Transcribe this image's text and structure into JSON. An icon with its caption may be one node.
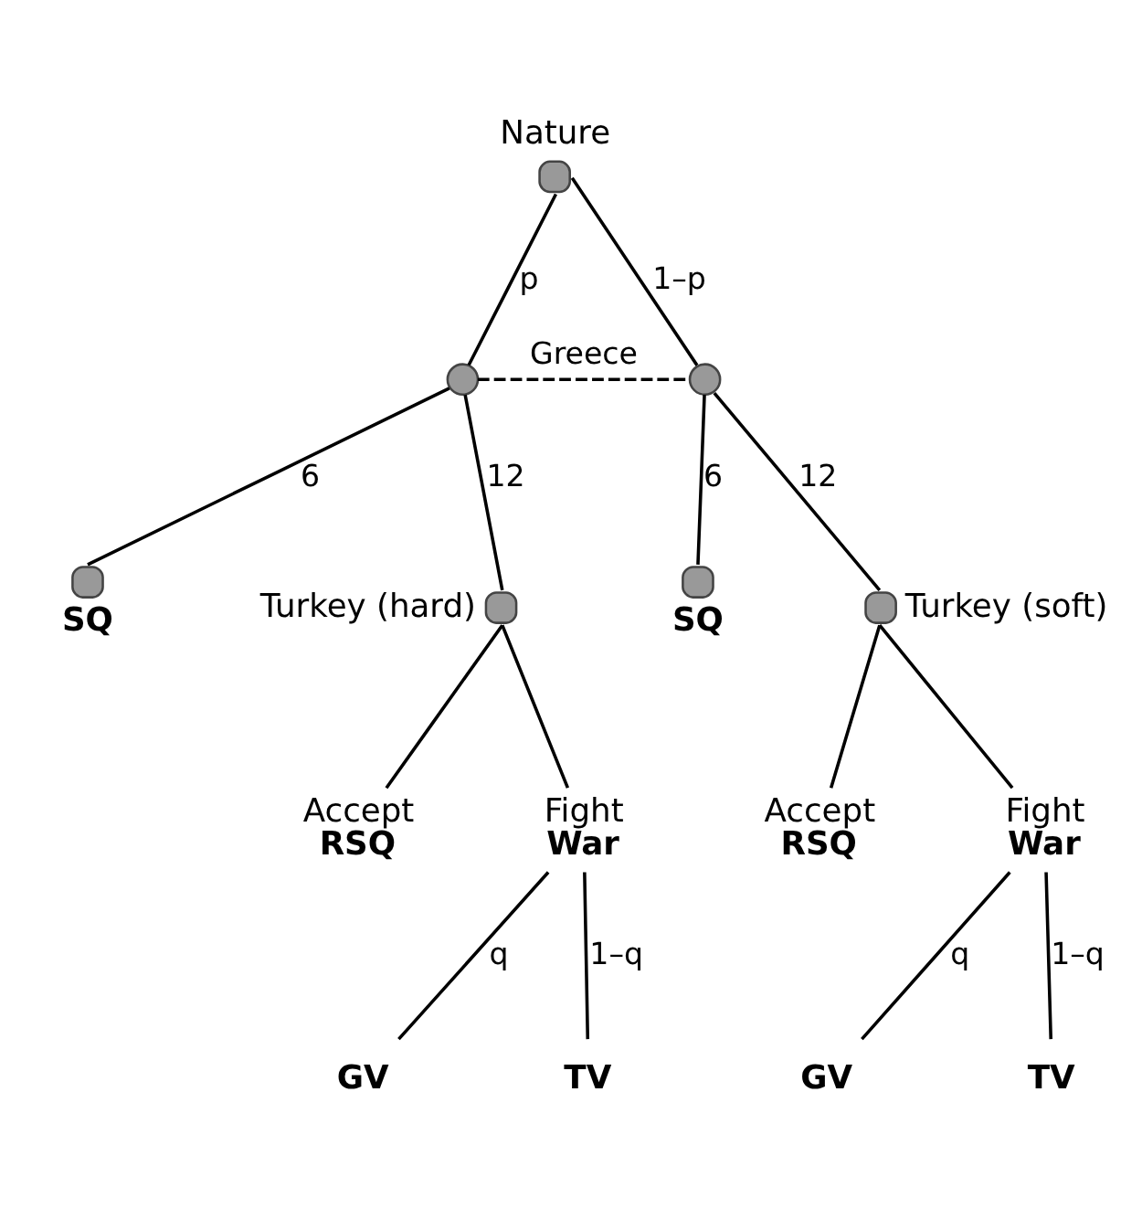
{
  "diagram": {
    "nodes": [
      {
        "text": [
          "Nature"
        ]
      },
      {
        "text": [],
        "shape": "circle"
      },
      {
        "text": [],
        "shape": "circle"
      },
      {
        "text": [
          "SQ"
        ]
      },
      {
        "text": [
          "SQ"
        ]
      },
      {
        "text": [
          "Turkey (hard)"
        ]
      },
      {
        "text": [
          "Turkey (soft)"
        ]
      },
      {
        "text": [
          "Accept",
          "RSQ"
        ]
      },
      {
        "text": [
          "Fight",
          "War"
        ]
      },
      {
        "text": [
          "Accept",
          "RSQ"
        ]
      },
      {
        "text": [
          "Fight",
          "War"
        ]
      },
      {
        "text": [
          "GV"
        ]
      },
      {
        "text": [
          "TV"
        ]
      },
      {
        "text": [
          "GV"
        ]
      },
      {
        "text": [
          "TV"
        ]
      }
    ],
    "edges": [
      {
        "from": 0,
        "to": 1,
        "arrow": "none",
        "label": "p"
      },
      {
        "from": 0,
        "to": 2,
        "arrow": "none",
        "label": "1–p"
      },
      {
        "from": 1,
        "to": 2,
        "arrow": "none",
        "label": "Greece",
        "style": "dashed"
      },
      {
        "from": 1,
        "to": 3,
        "arrow": "none",
        "label": "6"
      },
      {
        "from": 1,
        "to": 5,
        "arrow": "none",
        "label": "12"
      },
      {
        "from": 2,
        "to": 4,
        "arrow": "none",
        "label": "6"
      },
      {
        "from": 2,
        "to": 6,
        "arrow": "none",
        "label": "12"
      },
      {
        "from": 5,
        "to": 7,
        "arrow": "none"
      },
      {
        "from": 5,
        "to": 8,
        "arrow": "none"
      },
      {
        "from": 6,
        "to": 9,
        "arrow": "none"
      },
      {
        "from": 6,
        "to": 10,
        "arrow": "none"
      },
      {
        "from": 8,
        "to": 11,
        "arrow": "none",
        "label": "q"
      },
      {
        "from": 8,
        "to": 12,
        "arrow": "none",
        "label": "1–q"
      },
      {
        "from": 10,
        "to": 13,
        "arrow": "none",
        "label": "q"
      },
      {
        "from": 10,
        "to": 14,
        "arrow": "none",
        "label": "1–q"
      }
    ]
  }
}
